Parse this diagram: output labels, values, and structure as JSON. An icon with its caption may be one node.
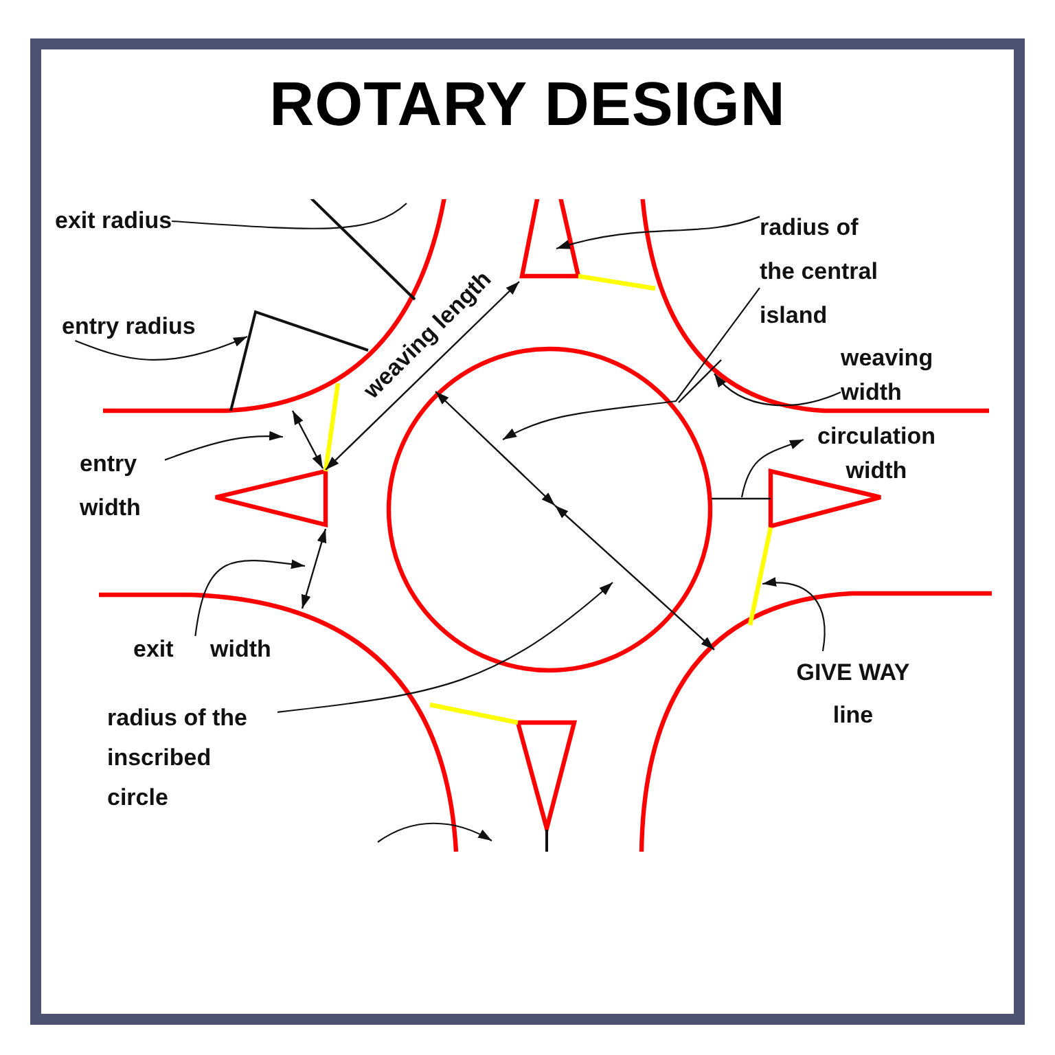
{
  "diagram": {
    "title": "ROTARY DESIGN",
    "nodes": [
      {
        "text": [
          "exit radius"
        ]
      },
      {
        "text": [
          "entry radius"
        ]
      },
      {
        "text": [
          "entry width"
        ]
      },
      {
        "text": [
          "exit width"
        ]
      },
      {
        "text": [
          "radius of the inscribed circle"
        ]
      },
      {
        "text": [
          "radius of the central island"
        ]
      },
      {
        "text": [
          "weaving width"
        ]
      },
      {
        "text": [
          "circulation width"
        ]
      },
      {
        "text": [
          "GIVE WAY line"
        ]
      }
    ],
    "edges": [
      {
        "from": 0,
        "to": null,
        "arrow": "none"
      },
      {
        "from": 1,
        "to": null,
        "arrow": "to"
      },
      {
        "from": 2,
        "to": null,
        "arrow": "to"
      },
      {
        "from": 3,
        "to": null,
        "arrow": "to"
      },
      {
        "from": 4,
        "to": null,
        "arrow": "to"
      },
      {
        "from": 5,
        "to": null,
        "arrow": "to"
      },
      {
        "from": 6,
        "to": null,
        "arrow": "to"
      },
      {
        "from": null,
        "to": 7,
        "arrow": "to"
      },
      {
        "from": 8,
        "to": null,
        "arrow": "to"
      },
      {
        "from": 5,
        "to": null,
        "arrow": "to"
      }
    ],
    "labels": [
      "weaving length"
    ]
  }
}
